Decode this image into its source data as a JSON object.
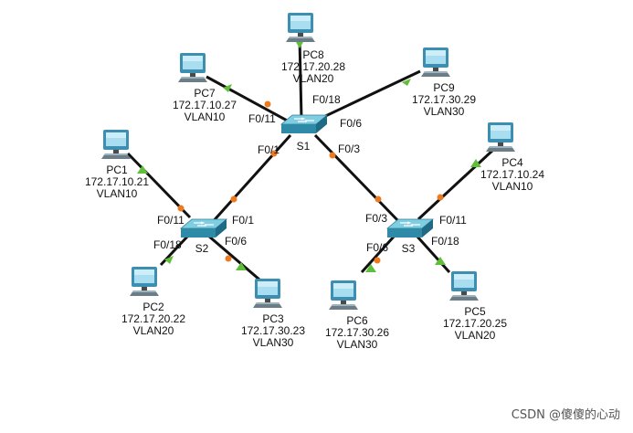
{
  "switches": [
    {
      "id": "S1",
      "name": "S1"
    },
    {
      "id": "S2",
      "name": "S2"
    },
    {
      "id": "S3",
      "name": "S3"
    }
  ],
  "pcs": [
    {
      "id": "PC1",
      "name": "PC1",
      "ip": "172.17.10.21",
      "vlan": "VLAN10"
    },
    {
      "id": "PC2",
      "name": "PC2",
      "ip": "172.17.20.22",
      "vlan": "VLAN20"
    },
    {
      "id": "PC3",
      "name": "PC3",
      "ip": "172.17.30.23",
      "vlan": "VLAN30"
    },
    {
      "id": "PC4",
      "name": "PC4",
      "ip": "172.17.10.24",
      "vlan": "VLAN10"
    },
    {
      "id": "PC5",
      "name": "PC5",
      "ip": "172.17.20.25",
      "vlan": "VLAN20"
    },
    {
      "id": "PC6",
      "name": "PC6",
      "ip": "172.17.30.26",
      "vlan": "VLAN30"
    },
    {
      "id": "PC7",
      "name": "PC7",
      "ip": "172.17.10.27",
      "vlan": "VLAN10"
    },
    {
      "id": "PC8",
      "name": "PC8",
      "ip": "172.17.20.28",
      "vlan": "VLAN20"
    },
    {
      "id": "PC9",
      "name": "PC9",
      "ip": "172.17.30.29",
      "vlan": "VLAN30"
    }
  ],
  "ports": {
    "s1_f011": "F0/11",
    "s1_f018": "F0/18",
    "s1_f06": "F0/6",
    "s1_f01": "F0/1",
    "s1_f03": "F0/3",
    "s2_f011": "F0/11",
    "s2_f01": "F0/1",
    "s2_f018": "F0/18",
    "s2_f06": "F0/6",
    "s3_f03": "F0/3",
    "s3_f011": "F0/11",
    "s3_f06": "F0/6",
    "s3_f018": "F0/18"
  },
  "colors": {
    "link": "#111111",
    "trunk_dot": "#ee7a1f",
    "access_triangle": "#5fbf3a",
    "switch_top": "#6fc0d6",
    "switch_side": "#2f7f9a",
    "pc_screen": "#8fd0e8",
    "pc_frame": "#3c8fb0"
  },
  "watermark": "CSDN @傻傻的心动"
}
